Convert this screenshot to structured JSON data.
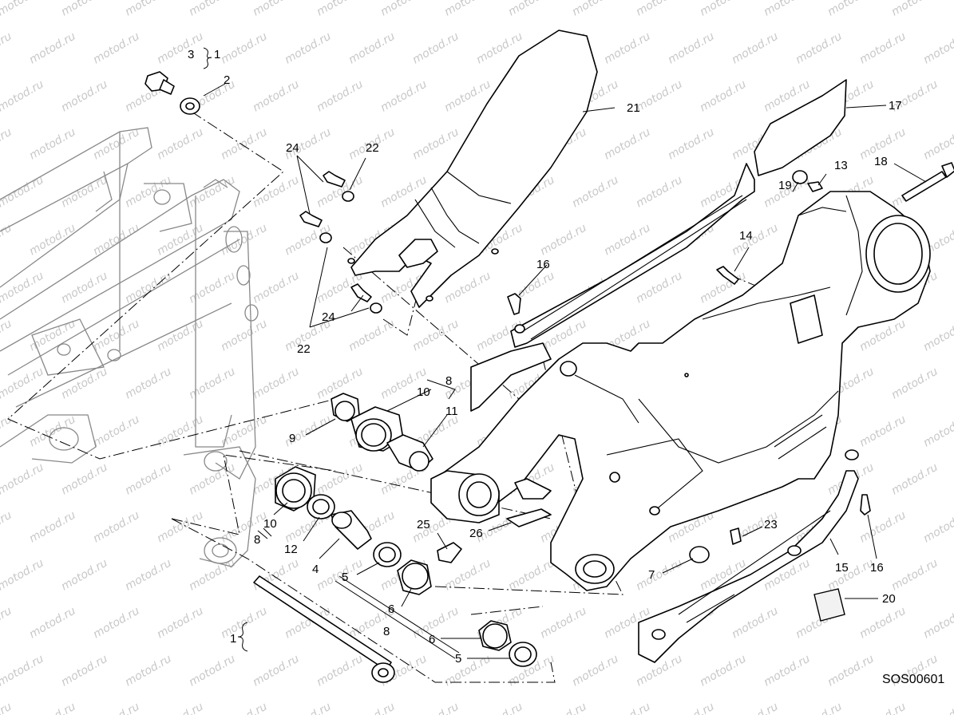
{
  "watermark": "motod.ru",
  "diagram_code": "SOS00601",
  "callouts": {
    "c1a": "1",
    "c1b": "1",
    "c2": "2",
    "c3": "3",
    "c4": "4",
    "c5a": "5",
    "c5b": "5",
    "c6a": "6",
    "c6b": "6",
    "c7": "7",
    "c8a": "8",
    "c8b": "8",
    "c8c": "8",
    "c9": "9",
    "c10a": "10",
    "c10b": "10",
    "c11": "11",
    "c12": "12",
    "c13": "13",
    "c14": "14",
    "c15": "15",
    "c16a": "16",
    "c16b": "16",
    "c17": "17",
    "c18": "18",
    "c19": "19",
    "c20": "20",
    "c21": "21",
    "c22a": "22",
    "c22b": "22",
    "c23": "23",
    "c24a": "24",
    "c24b": "24",
    "c25": "25",
    "c26": "26"
  }
}
